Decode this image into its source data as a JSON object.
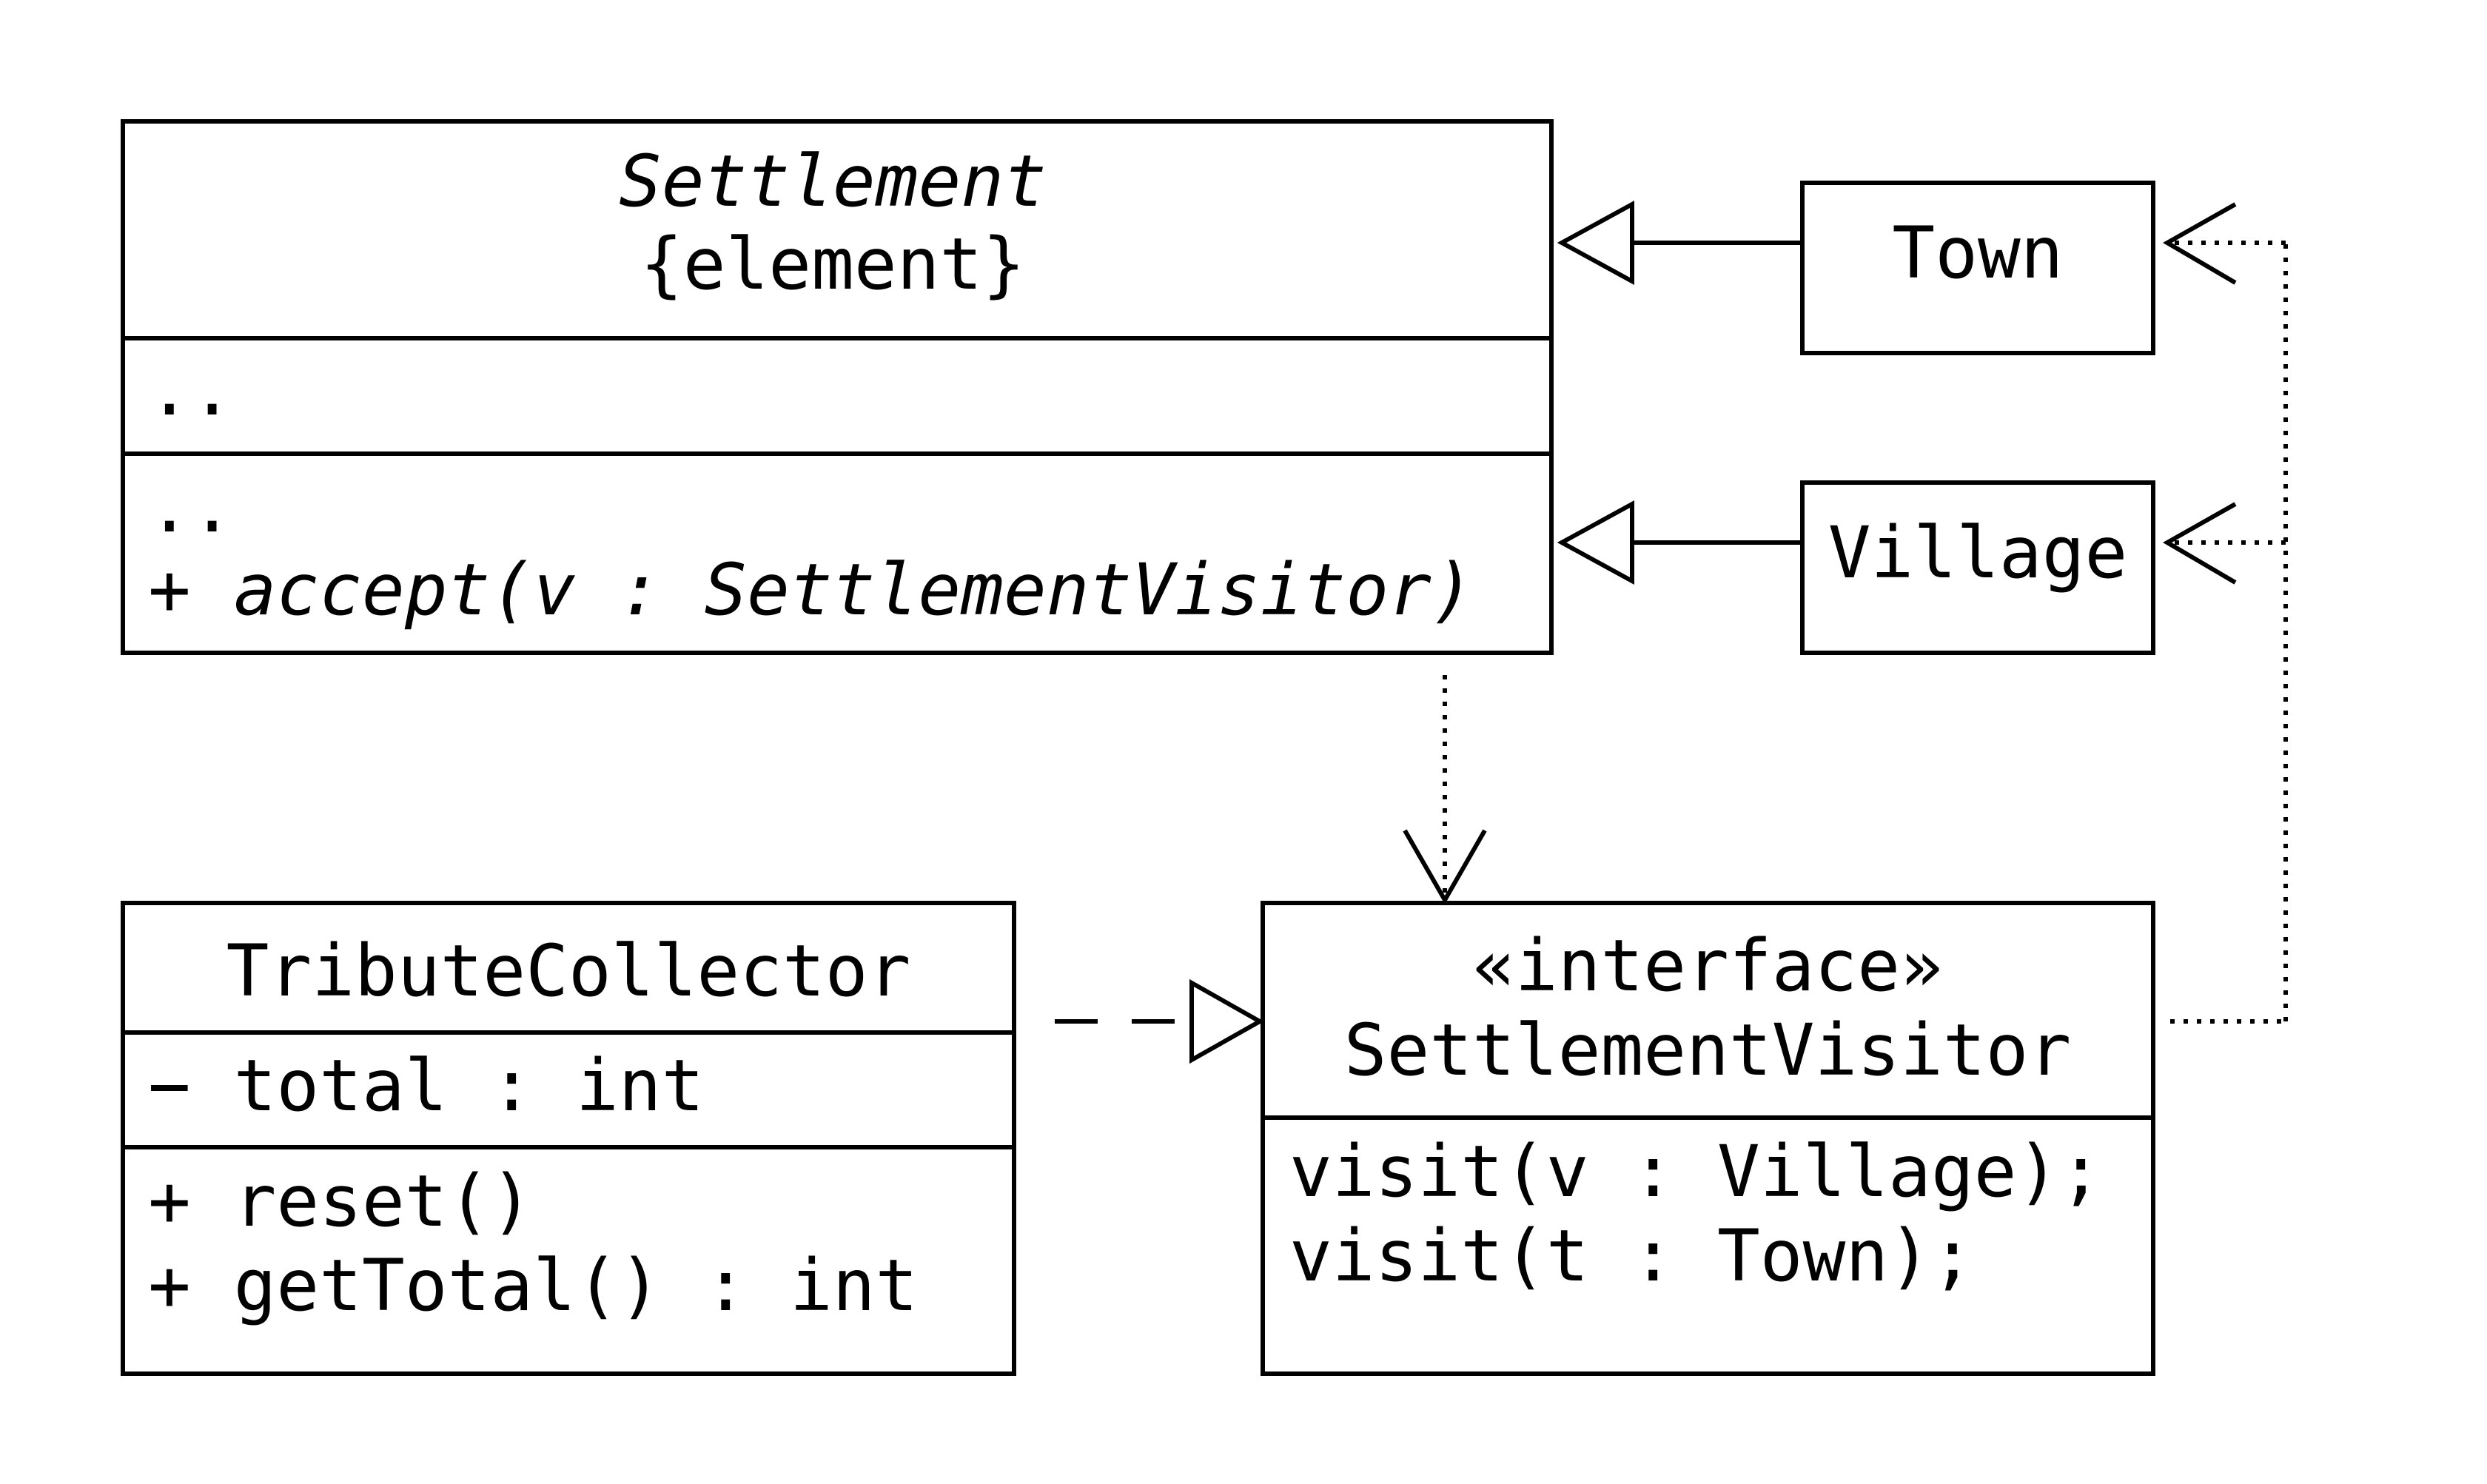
{
  "diagram": {
    "type": "uml-class-diagram",
    "line_color": "#000000",
    "background": "#ffffff",
    "settlement": {
      "name": "Settlement",
      "stereotype": "{element}",
      "attributes": [
        ".."
      ],
      "operations": [
        "..",
        "+ accept(v : SettlementVisitor)"
      ],
      "abstract": true
    },
    "town": {
      "name": "Town"
    },
    "village": {
      "name": "Village"
    },
    "tribute_collector": {
      "name": "TributeCollector",
      "attributes": [
        "− total : int"
      ],
      "operations": [
        "+ reset()",
        "+ getTotal() : int"
      ]
    },
    "settlement_visitor": {
      "stereotype": "«interface»",
      "name": "SettlementVisitor",
      "operations": [
        "visit(v : Village);",
        "visit(t : Town);"
      ]
    },
    "relations": [
      {
        "kind": "generalization",
        "from": "Town",
        "to": "Settlement"
      },
      {
        "kind": "generalization",
        "from": "Village",
        "to": "Settlement"
      },
      {
        "kind": "dependency",
        "from": "Settlement",
        "to": "SettlementVisitor"
      },
      {
        "kind": "realization",
        "from": "TributeCollector",
        "to": "SettlementVisitor"
      },
      {
        "kind": "dependency",
        "from": "SettlementVisitor",
        "to": "Town"
      },
      {
        "kind": "dependency",
        "from": "SettlementVisitor",
        "to": "Village"
      }
    ]
  }
}
